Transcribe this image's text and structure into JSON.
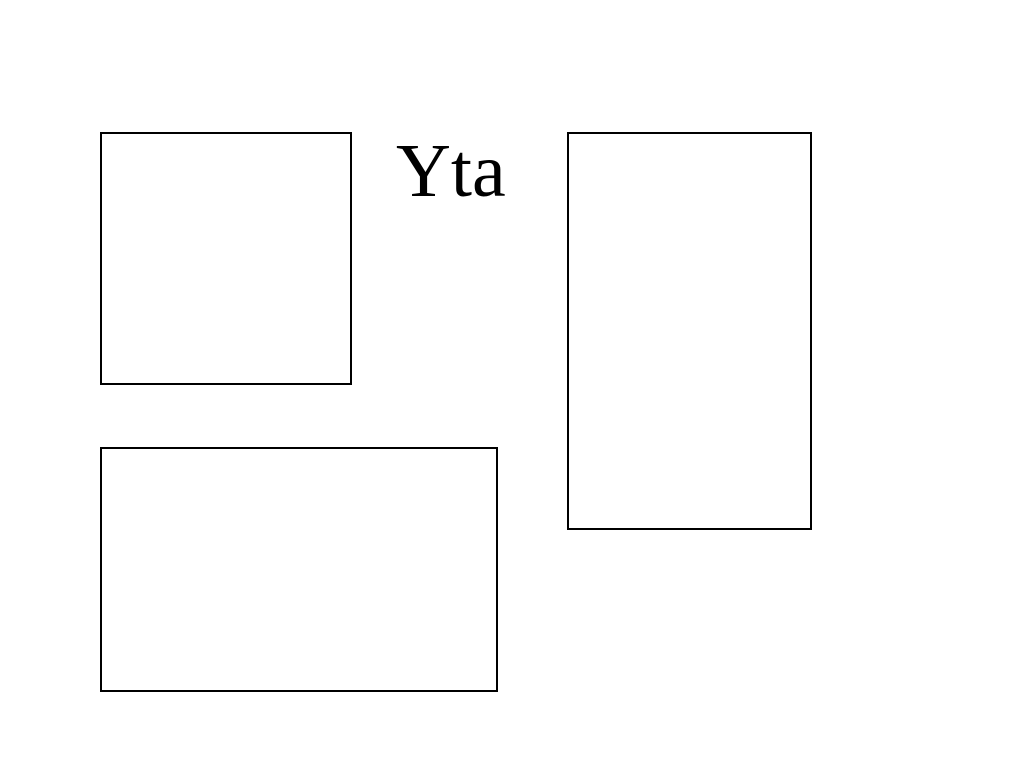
{
  "diagram": {
    "label": "Yta",
    "stroke_color": "#000000",
    "background_color": "#ffffff",
    "shapes": [
      {
        "shape": "rectangle",
        "description": "square"
      },
      {
        "shape": "rectangle",
        "description": "tall"
      },
      {
        "shape": "rectangle",
        "description": "wide"
      }
    ]
  }
}
